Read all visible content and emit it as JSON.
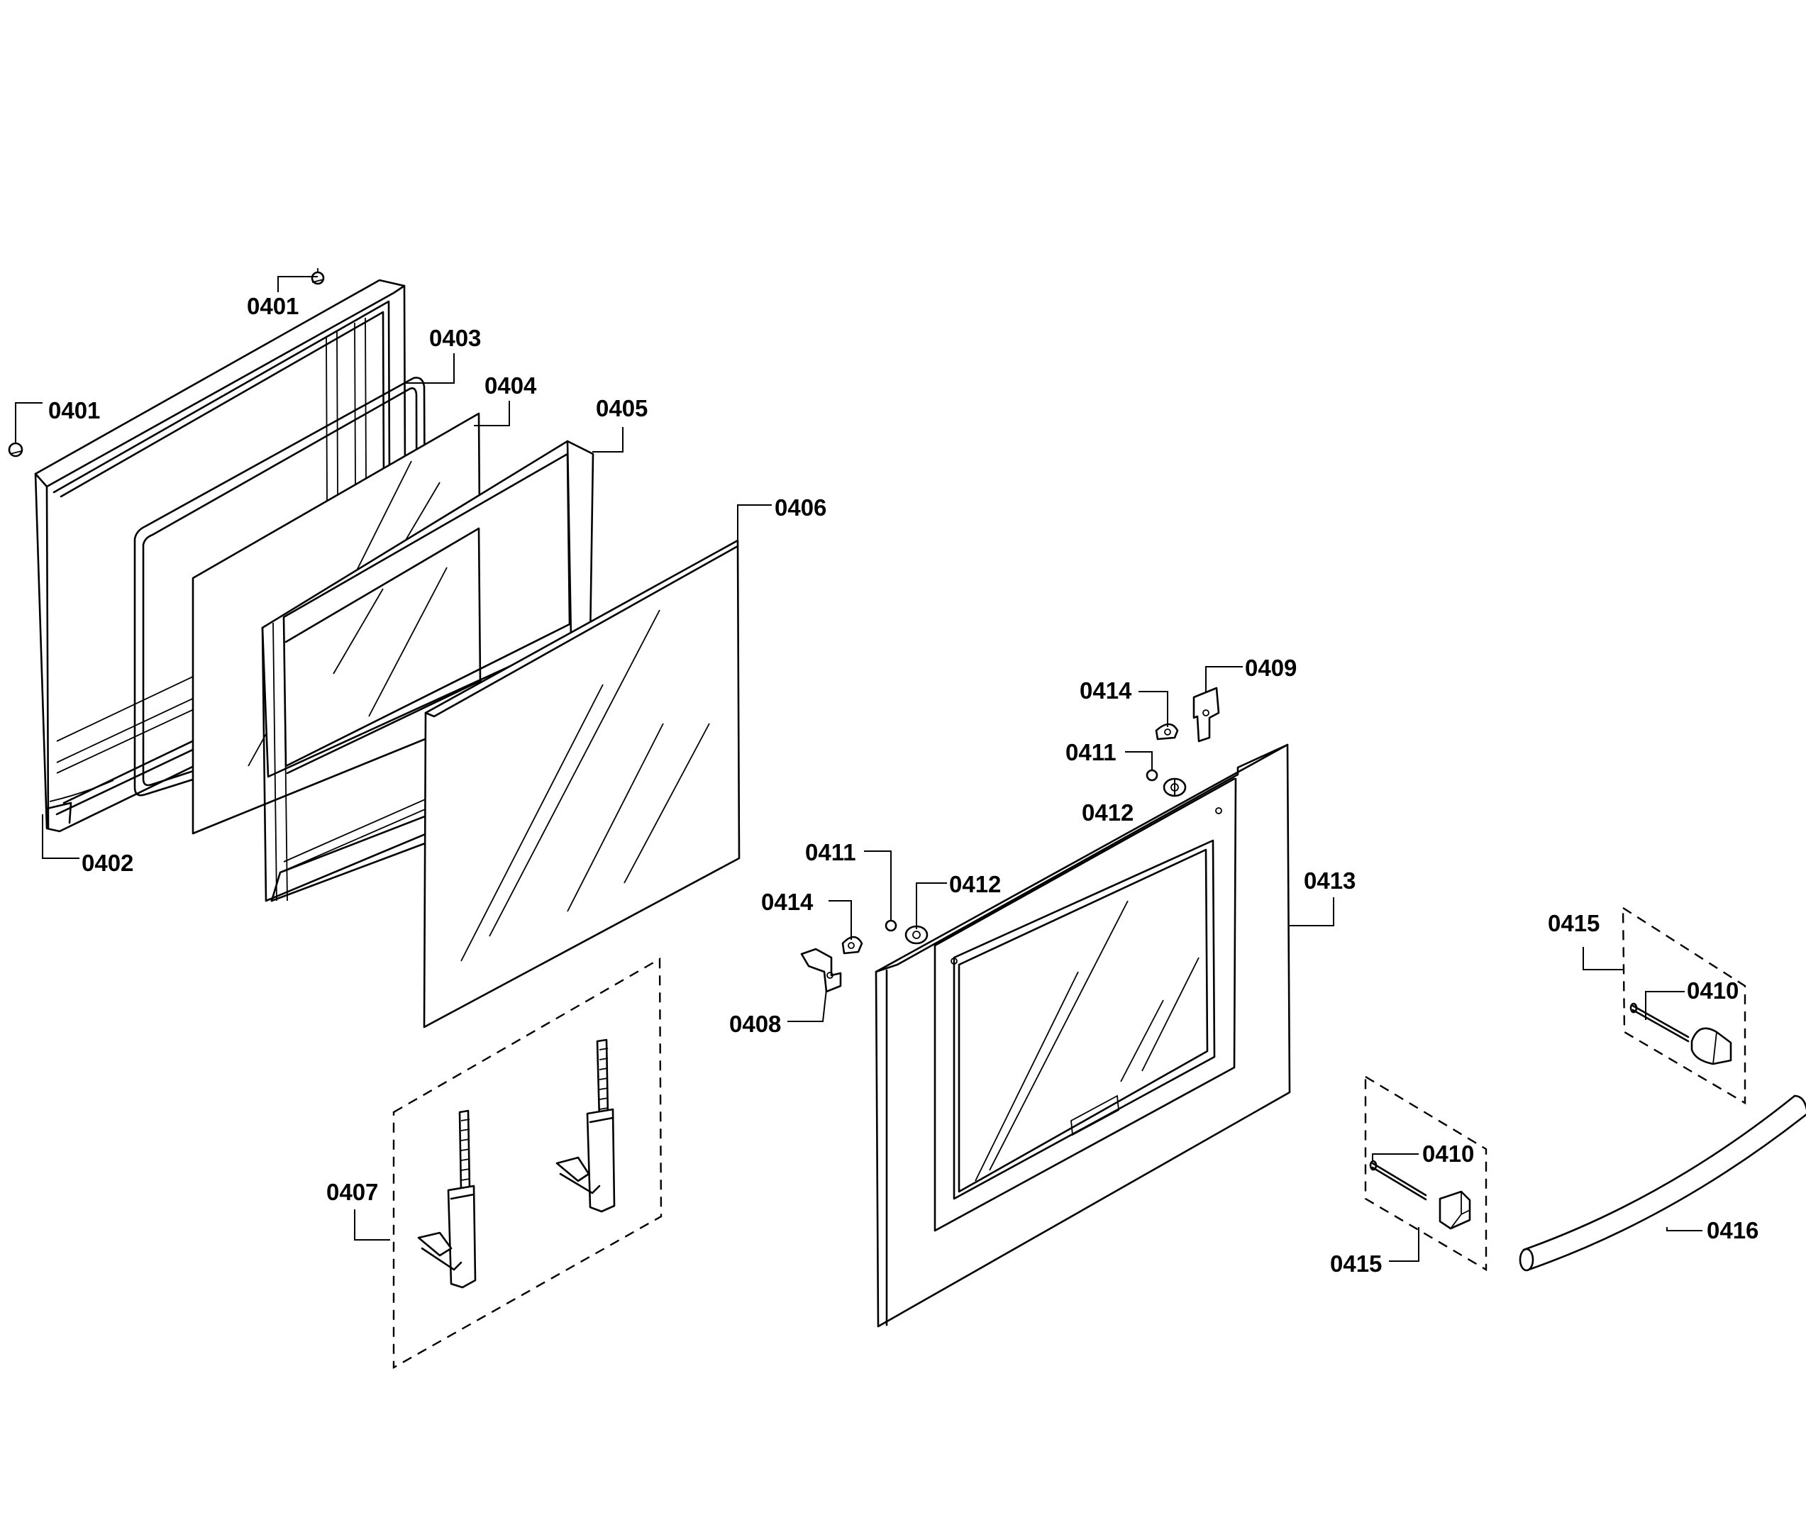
{
  "labels": {
    "p0401": "0401",
    "p0402": "0402",
    "p0403": "0403",
    "p0404": "0404",
    "p0405": "0405",
    "p0406": "0406",
    "p0407": "0407",
    "p0408": "0408",
    "p0409": "0409",
    "p0410": "0410",
    "p0411": "0411",
    "p0412": "0412",
    "p0413": "0413",
    "p0414": "0414",
    "p0415": "0415",
    "p0416": "0416"
  }
}
